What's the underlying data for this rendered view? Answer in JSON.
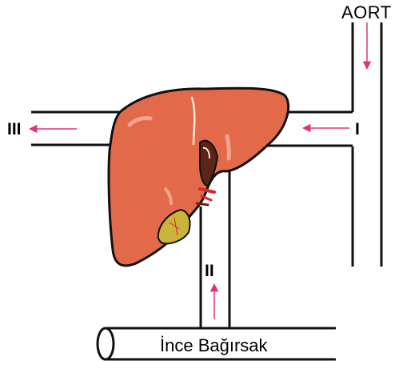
{
  "labels": {
    "aorta": "AORT",
    "vessel_1": "I",
    "vessel_2": "II",
    "vessel_3": "III",
    "intestine": "İnce Bağırsak"
  },
  "colors": {
    "line": "#111111",
    "arrow": "#e0337c",
    "liver_fill": "#e26a4a",
    "liver_highlight": "#f3a48c",
    "gallbladder": "#c9b43c",
    "vessel_red": "#d9262a",
    "vessel_dark": "#5a2418"
  },
  "icons": {
    "arrow": "thin-arrow-icon",
    "organ": "liver-illustration",
    "gallbladder": "gallbladder-illustration"
  }
}
